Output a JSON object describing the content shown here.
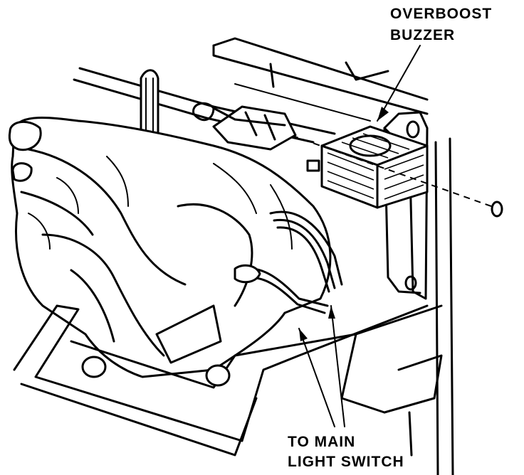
{
  "labels": {
    "overboost_line1": "OVERBOOST",
    "overboost_line2": "BUZZER",
    "switch_line1": "TO MAIN",
    "switch_line2": "LIGHT SWITCH"
  },
  "colors": {
    "ink": "#000000",
    "paper": "#ffffff"
  }
}
